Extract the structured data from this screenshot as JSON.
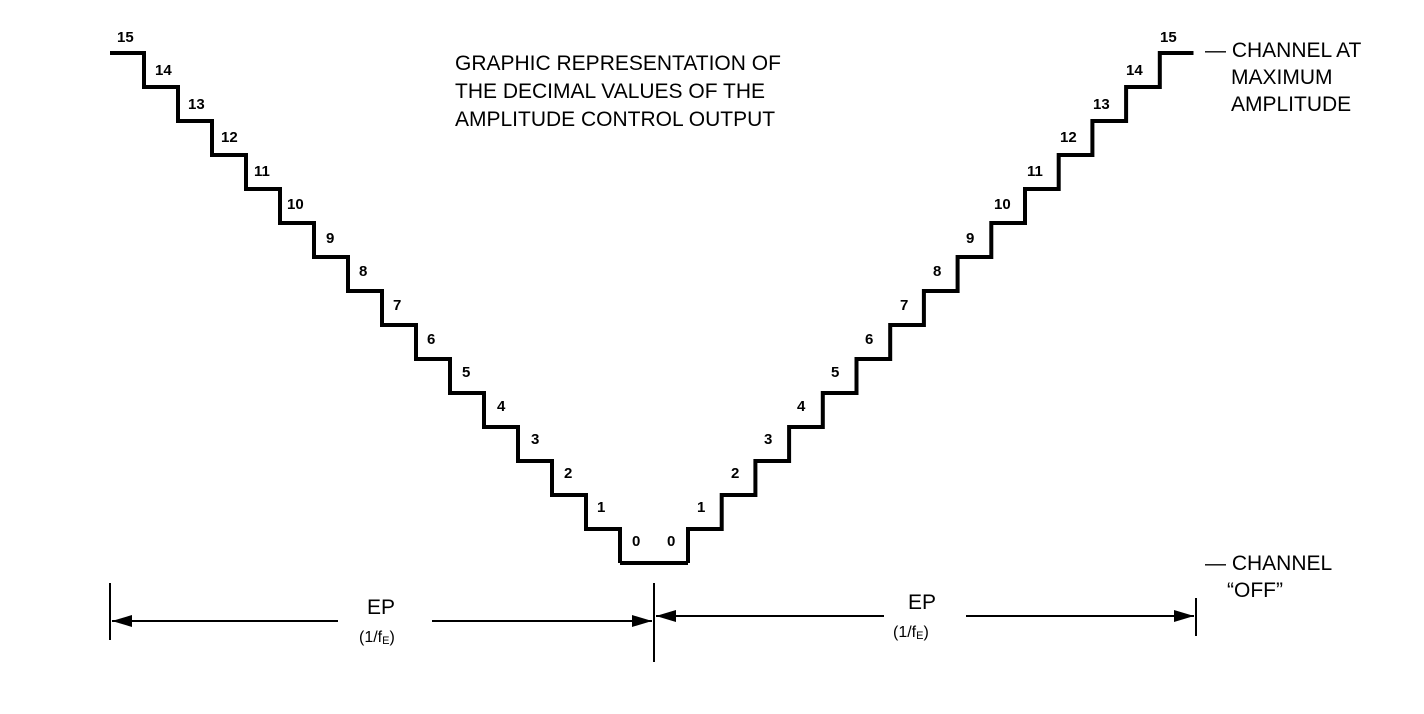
{
  "title_lines": [
    "GRAPHIC REPRESENTATION OF",
    "THE DECIMAL VALUES OF THE",
    "AMPLITUDE CONTROL OUTPUT"
  ],
  "label_max_lines": [
    "— CHANNEL AT",
    "MAXIMUM",
    "AMPLITUDE"
  ],
  "label_off_lines": [
    "— CHANNEL",
    "“OFF”"
  ],
  "left_steps": [
    "15",
    "14",
    "13",
    "12",
    "11",
    "10",
    "9",
    "8",
    "7",
    "6",
    "5",
    "4",
    "3",
    "2",
    "1",
    "0"
  ],
  "right_steps": [
    "0",
    "1",
    "2",
    "3",
    "4",
    "5",
    "6",
    "7",
    "8",
    "9",
    "10",
    "11",
    "12",
    "13",
    "14",
    "15"
  ],
  "ep_left": {
    "label": "EP",
    "sub_open": "(1/f",
    "sub_letter": "E",
    "sub_close": ")"
  },
  "ep_right": {
    "label": "EP",
    "sub_open": "(1/f",
    "sub_letter": "E",
    "sub_close": ")"
  },
  "colors": {
    "line": "#000000",
    "background": "#ffffff"
  }
}
